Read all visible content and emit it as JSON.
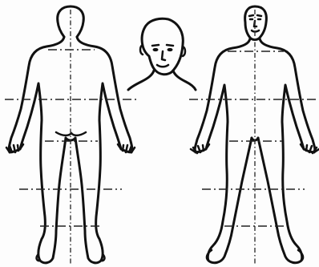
{
  "figure": {
    "ink_color": "#111111",
    "background_color": "#fdfdfd",
    "views": [
      "back-view",
      "face-view",
      "front-view"
    ]
  }
}
